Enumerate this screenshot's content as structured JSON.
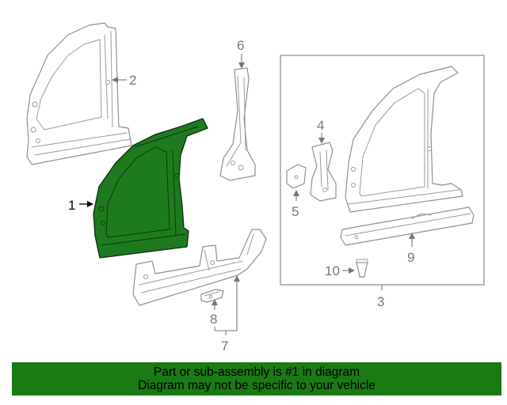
{
  "callouts": {
    "c1": "1",
    "c2": "2",
    "c3": "3",
    "c4": "4",
    "c5": "5",
    "c6": "6",
    "c7": "7",
    "c8": "8",
    "c9": "9",
    "c10": "10"
  },
  "banner": {
    "line1": "Part or sub-assembly is #1 in diagram",
    "line2": "Diagram may not be specific to your vehicle"
  },
  "colors": {
    "highlight": "#1e7a1e",
    "banner": "#1a7a14",
    "line": "#8f8f8f"
  }
}
